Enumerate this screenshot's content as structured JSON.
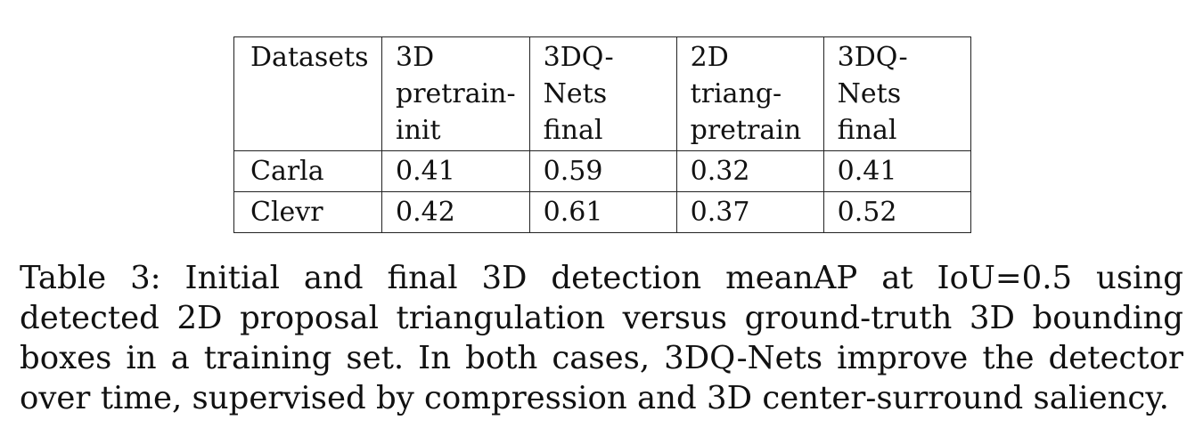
{
  "table": {
    "headers": [
      {
        "lines": [
          "Datasets"
        ]
      },
      {
        "lines": [
          "3D",
          "pretrain-",
          "init"
        ]
      },
      {
        "lines": [
          "3DQ-",
          "Nets",
          "final"
        ]
      },
      {
        "lines": [
          "2D",
          "triang-",
          "pretrain"
        ]
      },
      {
        "lines": [
          "3DQ-",
          "Nets",
          "final"
        ]
      }
    ],
    "rows": [
      [
        "Carla",
        "0.41",
        "0.59",
        "0.32",
        "0.41"
      ],
      [
        "Clevr",
        "0.42",
        "0.61",
        "0.37",
        "0.52"
      ]
    ]
  },
  "caption": "Table 3: Initial and final 3D detection meanAP at IoU=0.5 using detected 2D proposal triangulation versus ground-truth 3D bounding boxes in a training set. In both cases, 3DQ-Nets improve the detector over time, supervised by compression and 3D center-surround saliency."
}
